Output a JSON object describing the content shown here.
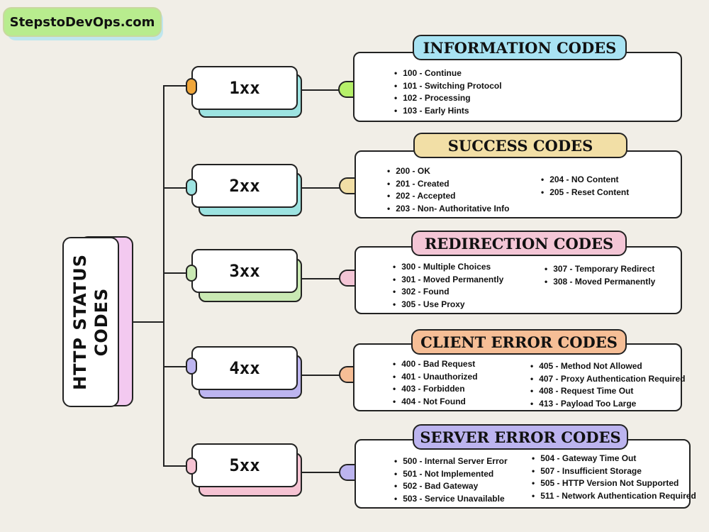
{
  "brand": "StepstoDevOps.com",
  "root": {
    "line1": "HTTP STATUS",
    "line2": "CODES"
  },
  "colors": {
    "info": "#a8e3f3",
    "success": "#f2dfa6",
    "redirection": "#f4c6d6",
    "client_error": "#f6be96",
    "server_error": "#bcb4ef",
    "teal": "#9de3e1",
    "green": "#c9e9b3",
    "purple": "#bdb5f0",
    "pink": "#f6c3d3"
  },
  "categories": [
    {
      "label": "1xx"
    },
    {
      "label": "2xx"
    },
    {
      "label": "3xx"
    },
    {
      "label": "4xx"
    },
    {
      "label": "5xx"
    }
  ],
  "sections": [
    {
      "title": "INFORMATION CODES",
      "col1": [
        "100 - Continue",
        "101 - Switching Protocol",
        "102 - Processing",
        "103 - Early Hints"
      ],
      "col2": []
    },
    {
      "title": "SUCCESS CODES",
      "col1": [
        "200 -  OK",
        "201 -  Created",
        "202 -  Accepted",
        "203 - Non- Authoritative Info"
      ],
      "col2": [
        "204 -  NO Content",
        "205 -  Reset Content"
      ]
    },
    {
      "title": "REDIRECTION CODES",
      "col1": [
        "300 -  Multiple Choices",
        "301 -  Moved Permanently",
        "302 -  Found",
        "305 -  Use Proxy"
      ],
      "col2": [
        "307 -  Temporary Redirect",
        "308 -  Moved Permanently"
      ]
    },
    {
      "title": "CLIENT ERROR CODES",
      "col1": [
        "400 - Bad Request",
        "401 - Unauthorized",
        "403 -  Forbidden",
        "404 -  Not Found"
      ],
      "col2": [
        "405 -  Method Not Allowed",
        "407 -  Proxy Authentication Required",
        "408 -  Request Time Out",
        "413 -  Payload Too Large"
      ]
    },
    {
      "title": "SERVER ERROR CODES",
      "col1": [
        "500 - Internal Server Error",
        "501 - Not Implemented",
        "502 - Bad Gateway",
        "503 -  Service Unavailable"
      ],
      "col2": [
        "504 -  Gateway Time Out",
        "507 -  Insufficient Storage",
        "505 -  HTTP Version Not Supported",
        "511 -  Network Authentication Required"
      ]
    }
  ]
}
